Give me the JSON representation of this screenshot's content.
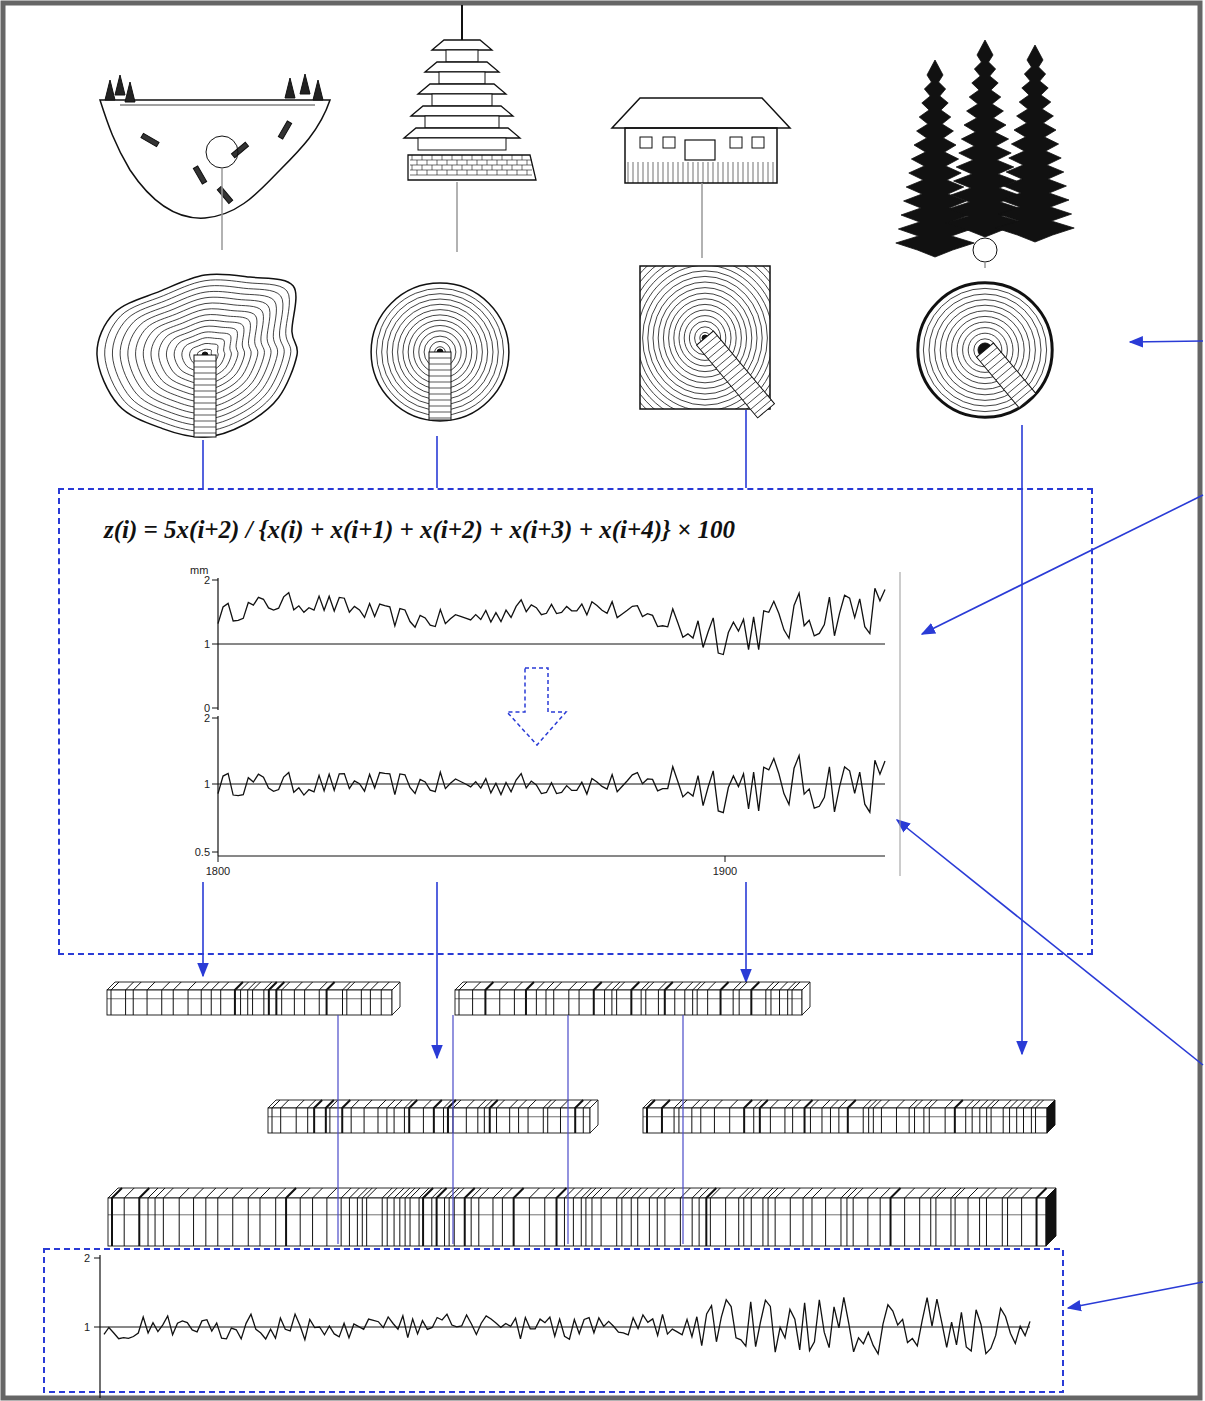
{
  "diagram": {
    "nodes": [
      {
        "text": [
          "z(i) = 5x(i+2) / {x(i) + x(i+1) + x(i+2) + x(i+3) + x(i+4)} × 100"
        ]
      }
    ],
    "labels": [
      "mm",
      "2",
      "1",
      "0",
      "2",
      "1",
      "0.5",
      "1800",
      "1900",
      "2",
      "1"
    ]
  }
}
